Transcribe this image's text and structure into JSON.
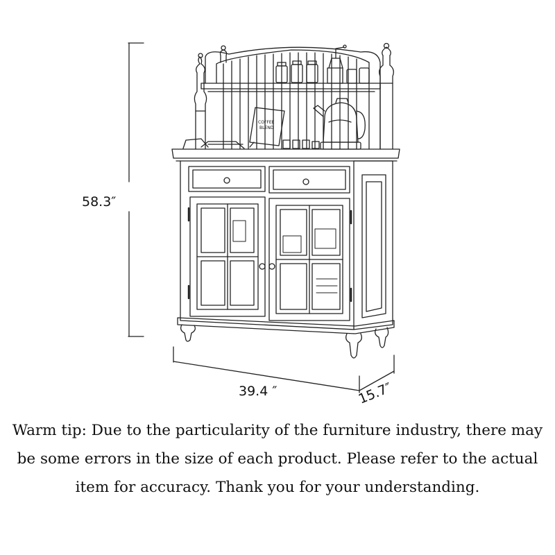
{
  "dimensions": {
    "height": "58.3″",
    "width": "39.4 ″",
    "depth": "15.7″"
  },
  "book": {
    "title_line1": "COFFEE",
    "title_line2": "BLEND"
  },
  "tip": {
    "line1": "Warm tip: Due to the particularity of the furniture industry, there may",
    "line2": "be some errors in the size of each product. Please refer to the actual",
    "line3": "item for accuracy. Thank you for your understanding."
  },
  "colors": {
    "line": "#222222",
    "background": "#ffffff"
  }
}
